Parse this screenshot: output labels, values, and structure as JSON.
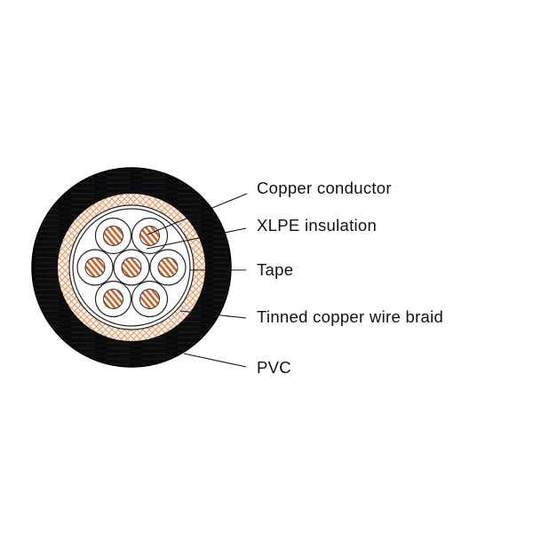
{
  "title": "Cable cross-section",
  "labels": {
    "conductor": "Copper conductor",
    "insulation": "XLPE insulation",
    "tape": "Tape",
    "braid": "Tinned copper wire braid",
    "sheath": "PVC"
  },
  "colors": {
    "sheath": "#0a0a0a",
    "copper": "#c8622c",
    "braid": "#e8a070",
    "insulation": "#ffffff"
  },
  "core_count": 7
}
